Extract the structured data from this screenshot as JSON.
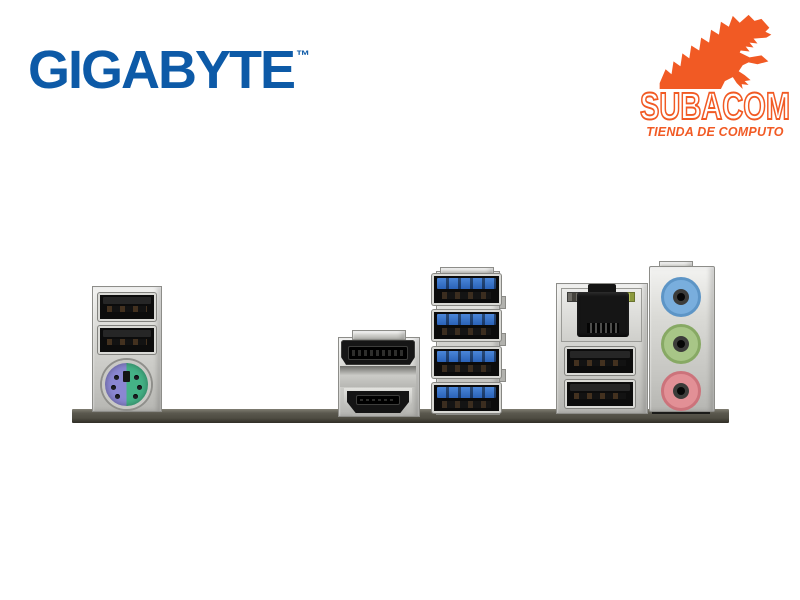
{
  "brand": {
    "gigabyte": {
      "name": "GIGABYTE",
      "trademark": "TM"
    },
    "subacom": {
      "name": "SUBACOM",
      "tagline": "TIENDA DE COMPUTO",
      "mascot_icon": "trex-dinosaur-icon"
    }
  },
  "photo": {
    "subject": "motherboard-rear-io-panel",
    "ports": [
      {
        "name": "usb2-port",
        "count": 2,
        "group": "left-stack"
      },
      {
        "name": "ps2-combo-port",
        "half_colors": [
          "#8b87d2",
          "#44b286"
        ]
      },
      {
        "name": "displayport"
      },
      {
        "name": "hdmi-port"
      },
      {
        "name": "usb3-port",
        "count": 4,
        "tongue_color": "#2a62b8"
      },
      {
        "name": "ethernet-rj45-port",
        "led_colors": [
          "#57554f",
          "#a3b04c"
        ]
      },
      {
        "name": "usb2-port",
        "count": 2,
        "group": "lan-stack"
      },
      {
        "name": "audio-jack-line-in",
        "color": "#79aedd"
      },
      {
        "name": "audio-jack-line-out",
        "color": "#a8c687"
      },
      {
        "name": "audio-jack-mic",
        "color": "#e29096"
      }
    ]
  },
  "colors": {
    "background": "#ffffff",
    "gigabyte-blue": "#0d5aa7",
    "subacom-orange": "#f15a24",
    "usb3-blue": "#2a62b8",
    "ps2-purple": "#8b87d2",
    "ps2-green": "#44b286",
    "audio-blue": "#79aedd",
    "audio-blue-rim": "#5d95c6",
    "audio-green": "#a8c687",
    "audio-green-rim": "#87a964",
    "audio-pink": "#e29096",
    "audio-pink-rim": "#cc737b",
    "pcb-dark": "#4e4c42"
  }
}
